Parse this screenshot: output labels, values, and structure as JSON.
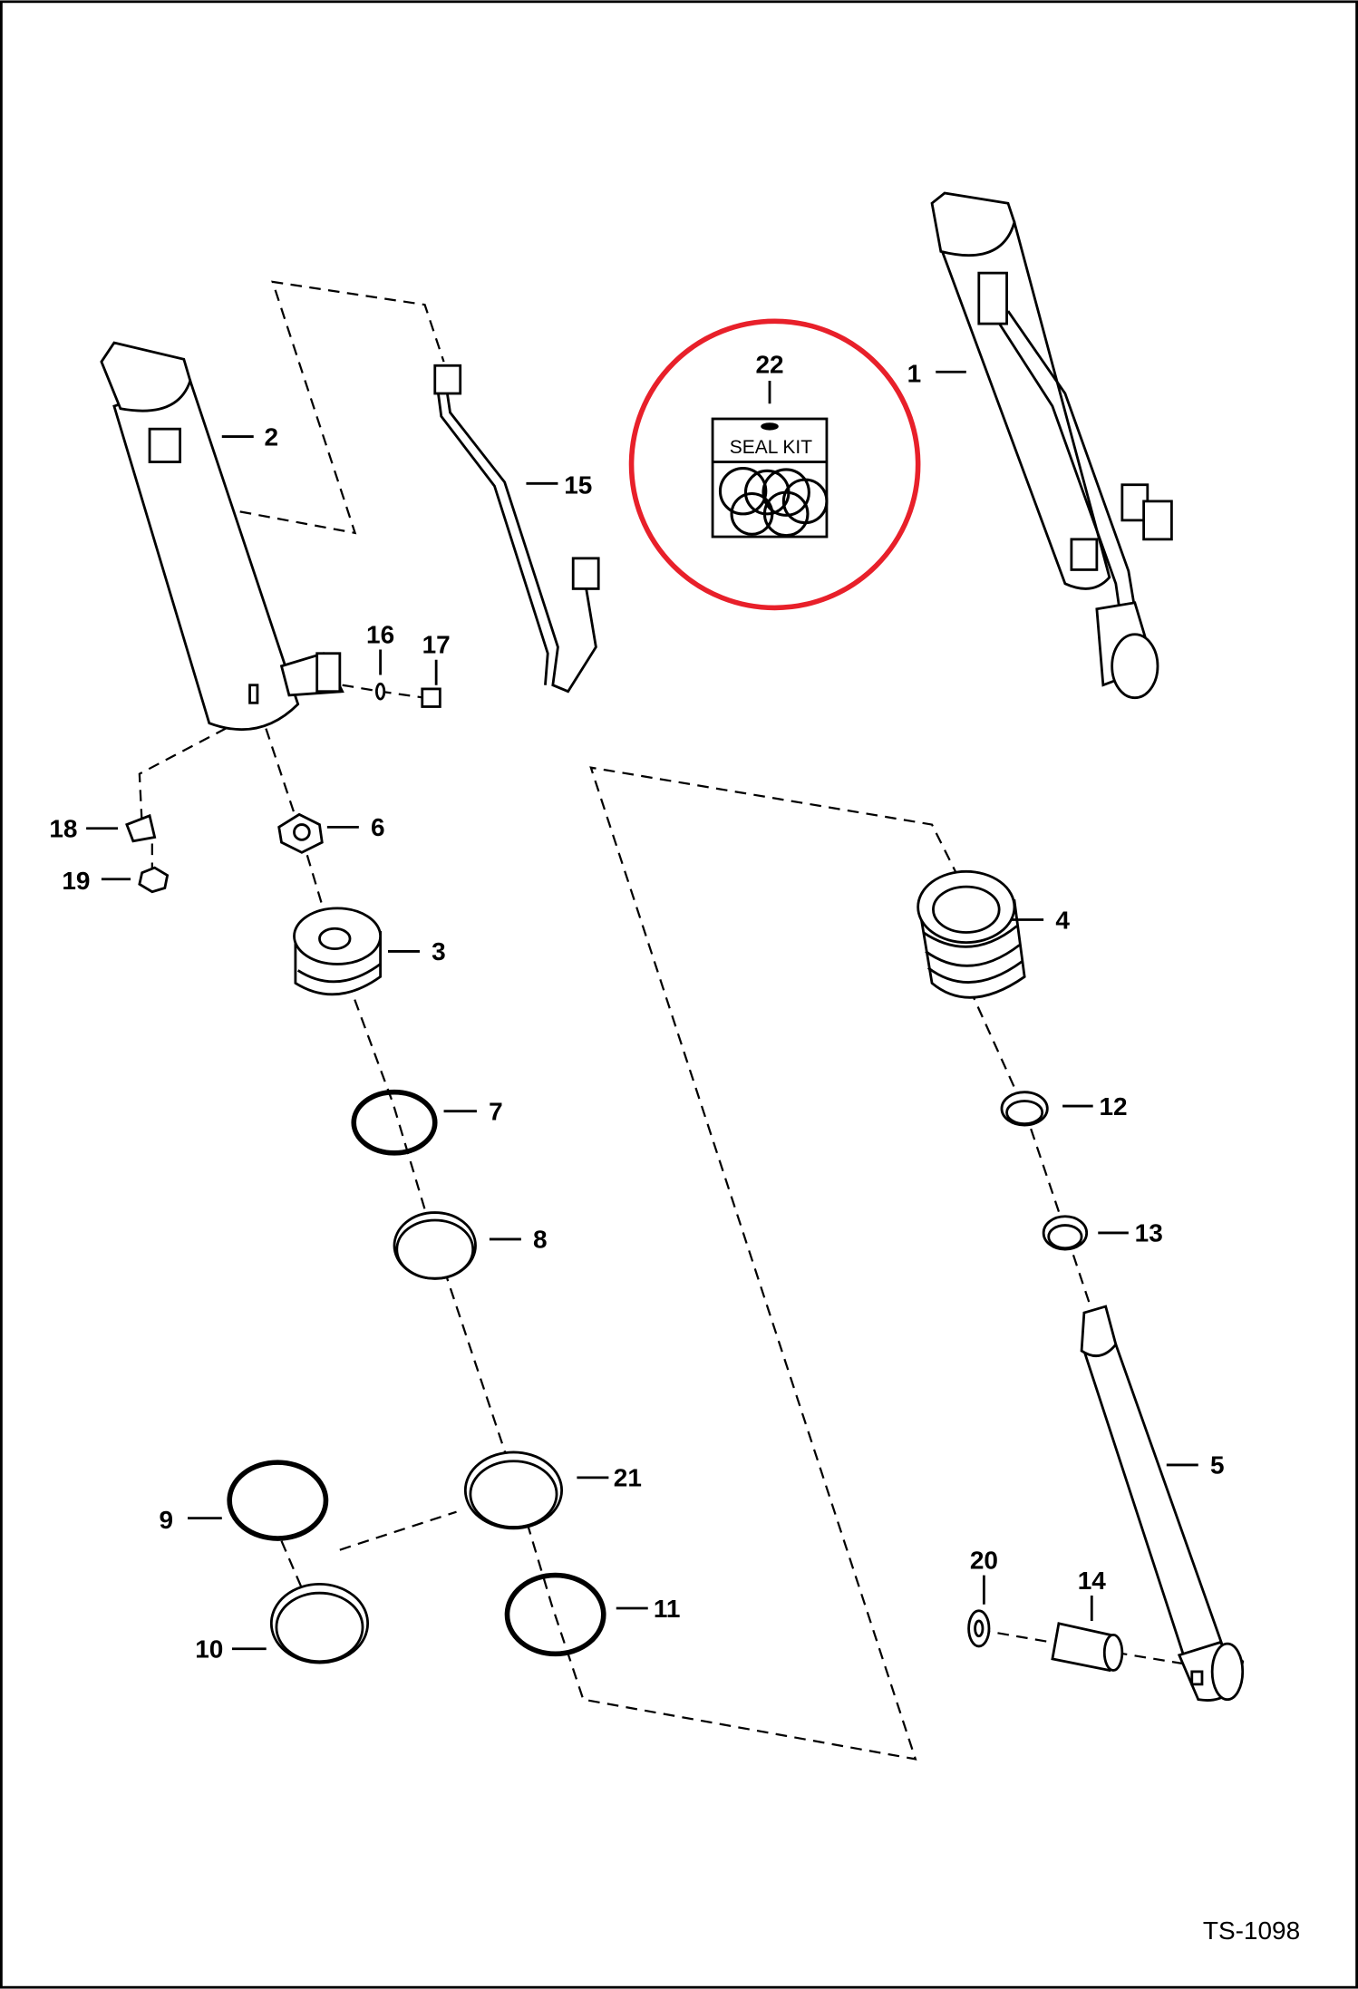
{
  "diagram": {
    "drawing_number": "TS-1098",
    "highlight_color": "#e8202a",
    "seal_kit": {
      "part": "22",
      "label": "SEAL KIT"
    },
    "callouts": [
      "1",
      "2",
      "3",
      "4",
      "5",
      "6",
      "7",
      "8",
      "9",
      "10",
      "11",
      "12",
      "13",
      "14",
      "15",
      "16",
      "17",
      "18",
      "19",
      "20",
      "21",
      "22"
    ]
  }
}
